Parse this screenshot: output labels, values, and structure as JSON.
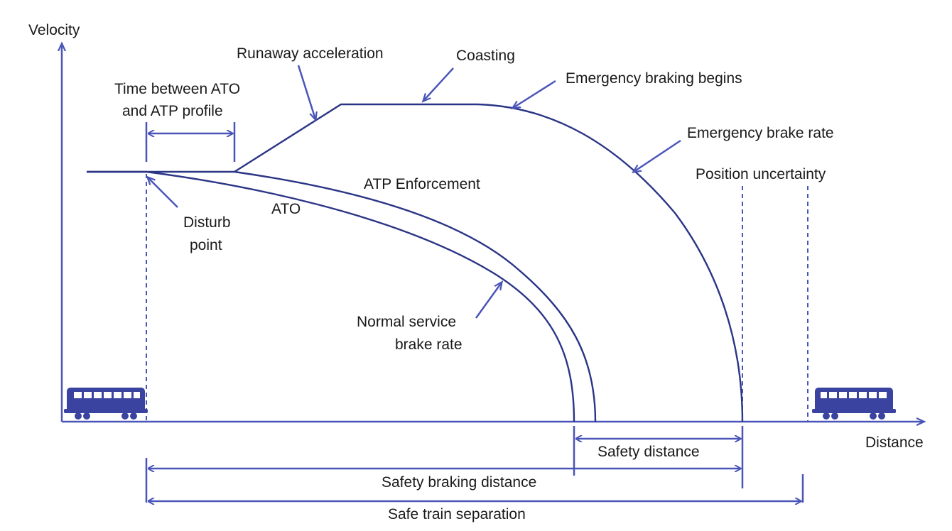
{
  "axes": {
    "y_label": "Velocity",
    "x_label": "Distance"
  },
  "curves": {
    "ato": "ATO",
    "atp": "ATP Enforcement"
  },
  "annotations": {
    "time_between_line1": "Time between ATO",
    "time_between_line2": "and ATP profile",
    "runaway": "Runaway acceleration",
    "coasting": "Coasting",
    "emergency_begins": "Emergency braking begins",
    "emergency_rate": "Emergency brake rate",
    "position_uncertainty": "Position uncertainty",
    "disturb_line1": "Disturb",
    "disturb_line2": "point",
    "normal_line1": "Normal service",
    "normal_line2": "brake rate"
  },
  "dimensions": {
    "safety_distance": "Safety distance",
    "safety_braking_distance": "Safety braking distance",
    "safe_train_separation": "Safe train separation"
  },
  "colors": {
    "axis": "#4a55b8",
    "curve": "#2b3586",
    "train": "#3a43a0"
  },
  "icons": {
    "train": "train-car-icon"
  }
}
